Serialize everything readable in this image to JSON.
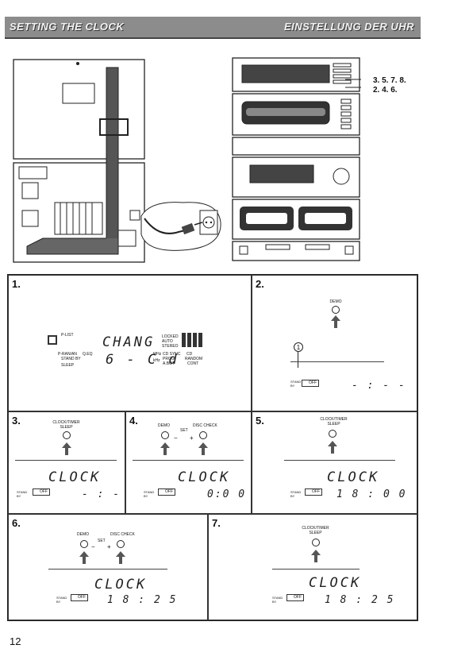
{
  "header": {
    "title_en": "SETTING THE CLOCK",
    "title_de": "EINSTELLUNG DER UHR"
  },
  "callouts": {
    "line1": "3. 5. 7. 8.",
    "line2": "2. 4. 6."
  },
  "panels": {
    "p1": {
      "num": "1.",
      "ind_left": [
        "P-LIST",
        "P-RAN/AN",
        "STAND BY",
        "SLEEP"
      ],
      "ind_mid": [
        "Q.EQ"
      ],
      "lcd_top": "CHANG",
      "lcd_bottom": "6 - C d",
      "ind_right": [
        "LOCKED",
        "AUTO",
        "STEREO"
      ],
      "unit_mhz": "MHz",
      "unit_khz": "kHz",
      "ind_right2": [
        "CD SYNC",
        "PROG.",
        "A.BOT",
        "CD",
        "RANDOM",
        "CONT"
      ]
    },
    "p2": {
      "num": "2.",
      "btn_label": "DEMO",
      "marker": "1",
      "standby": "STAND BY",
      "off": "OFF",
      "lcd": "- : - -"
    },
    "p3": {
      "num": "3.",
      "btn_label": "CLOCK/TIMER SLEEP",
      "lcd_top": "CLOCK",
      "standby": "STAND BY",
      "off": "OFF",
      "lcd_bottom": "- : - -"
    },
    "p4": {
      "num": "4.",
      "btn_left": "DEMO",
      "btn_right": "DISC CHECK",
      "set": "SET",
      "minus": "−",
      "plus": "+",
      "lcd_top": "CLOCK",
      "standby": "STAND BY",
      "off": "OFF",
      "lcd_bottom": "0:0 0"
    },
    "p5": {
      "num": "5.",
      "btn_label": "CLOCK/TIMER SLEEP",
      "lcd_top": "CLOCK",
      "standby": "STAND BY",
      "off": "OFF",
      "lcd_bottom": "1 8 : 0 0"
    },
    "p6": {
      "num": "6.",
      "btn_left": "DEMO",
      "btn_right": "DISC CHECK",
      "set": "SET",
      "minus": "−",
      "plus": "+",
      "lcd_top": "CLOCK",
      "standby": "STAND BY",
      "off": "OFF",
      "lcd_bottom": "1 8 : 2 5"
    },
    "p7": {
      "num": "7.",
      "btn_label": "CLOCK/TIMER SLEEP",
      "lcd_top": "CLOCK",
      "standby": "STAND BY",
      "off": "OFF",
      "lcd_bottom": "1 8 : 2 5"
    }
  },
  "page_number": "12"
}
